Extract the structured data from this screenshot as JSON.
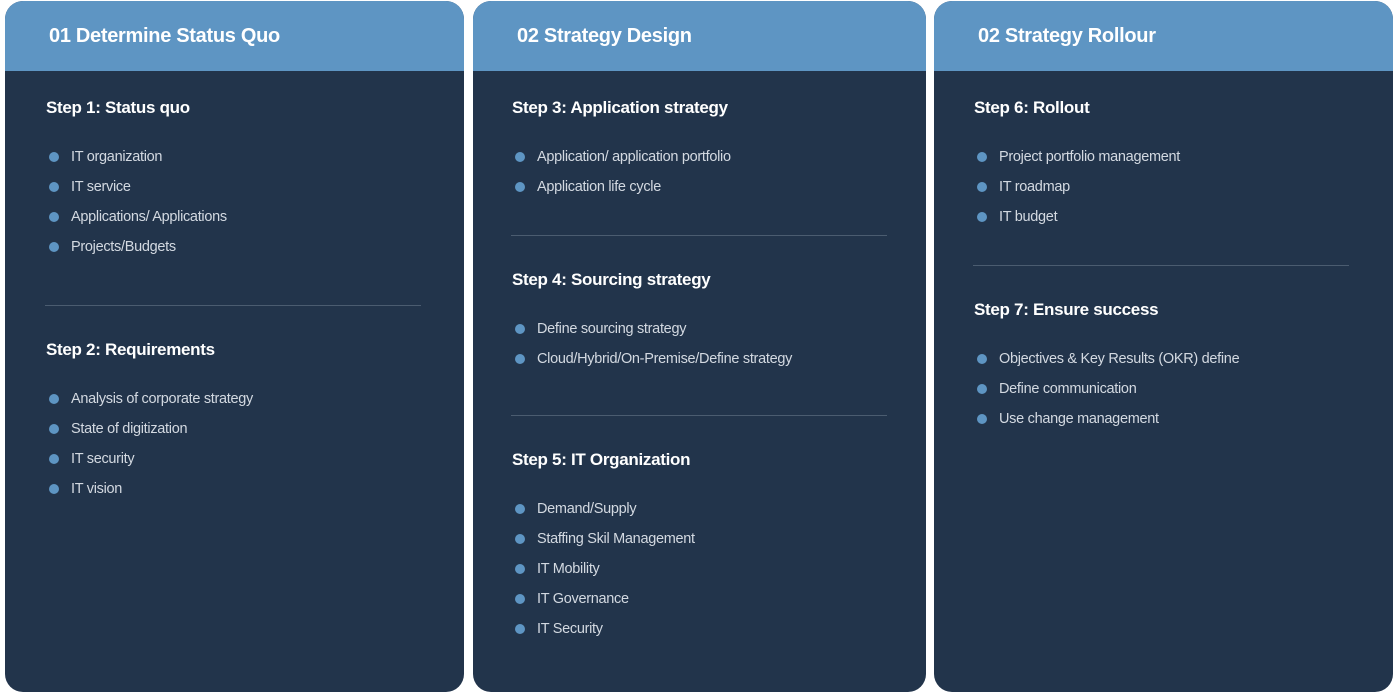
{
  "colors": {
    "header_bg": "#5e95c3",
    "card_bg": "#22344b",
    "bullet": "#5e95c3",
    "title_text": "#ffffff",
    "item_text": "#d3d9e1",
    "divider": "#4b5c70"
  },
  "columns": [
    {
      "title": "01 Determine Status Quo",
      "steps": [
        {
          "title": "Step 1: Status quo",
          "items": [
            "IT organization",
            "IT service",
            "Applications/ Applications",
            "Projects/Budgets"
          ]
        },
        {
          "title": "Step 2: Requirements",
          "items": [
            "Analysis of corporate strategy",
            "State of digitization",
            "IT security",
            "IT vision"
          ]
        }
      ]
    },
    {
      "title": "02 Strategy Design",
      "steps": [
        {
          "title": "Step 3: Application strategy",
          "items": [
            "Application/ application portfolio",
            "Application life cycle"
          ]
        },
        {
          "title": "Step 4: Sourcing strategy",
          "items": [
            "Define sourcing strategy",
            "Cloud/Hybrid/On-Premise/Define strategy"
          ]
        },
        {
          "title": "Step 5: IT Organization",
          "items": [
            "Demand/Supply",
            "Staffing Skil Management",
            "IT Mobility",
            "IT Governance",
            "IT Security"
          ]
        }
      ]
    },
    {
      "title": "02 Strategy Rollour",
      "steps": [
        {
          "title": "Step 6: Rollout",
          "items": [
            "Project portfolio management",
            "IT roadmap",
            "IT budget"
          ]
        },
        {
          "title": "Step 7: Ensure success",
          "items": [
            "Objectives & Key Results (OKR) define",
            "Define communication",
            "Use change management"
          ]
        }
      ]
    }
  ]
}
